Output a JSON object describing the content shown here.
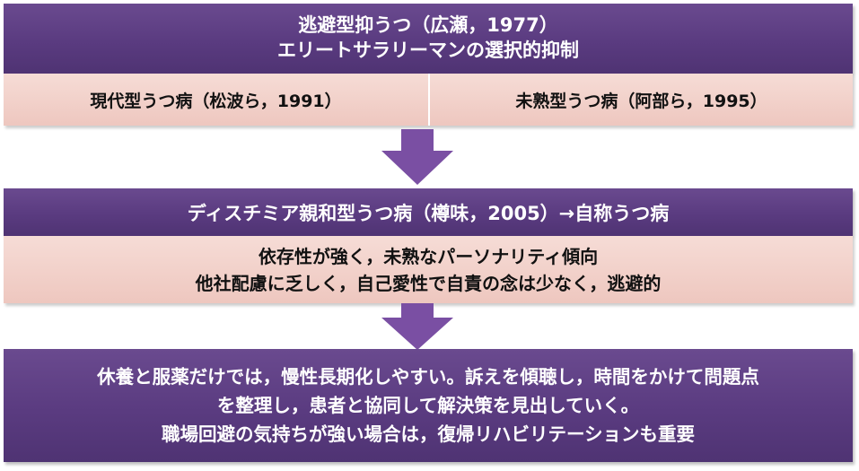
{
  "block1": {
    "title_lines": [
      "逃避型抑うつ（広瀬，1977）",
      "エリートサラリーマンの選択的抑制"
    ],
    "left": "現代型うつ病（松波ら，1991）",
    "right": "未熟型うつ病（阿部ら，1995）"
  },
  "block2": {
    "title": "ディスチミア親和型うつ病（樽味，2005）→自称うつ病",
    "lines": [
      "依存性が強く，未熟なパーソナリティ傾向",
      "他社配慮に乏しく，自己愛性で自責の念は少なく，逃避的"
    ]
  },
  "block3": {
    "lines": [
      "休養と服薬だけでは，慢性長期化しやすい。訴えを傾聴し，時間をかけて問題点",
      "を整理し，患者と協同して解決策を見出していく。",
      "職場回避の気持ちが強い場合は，復帰リハビリテーションも重要"
    ]
  },
  "colors": {
    "purple": "#5a3b80",
    "pink": "#efc9c1",
    "arrow": "#7a4fa3"
  }
}
